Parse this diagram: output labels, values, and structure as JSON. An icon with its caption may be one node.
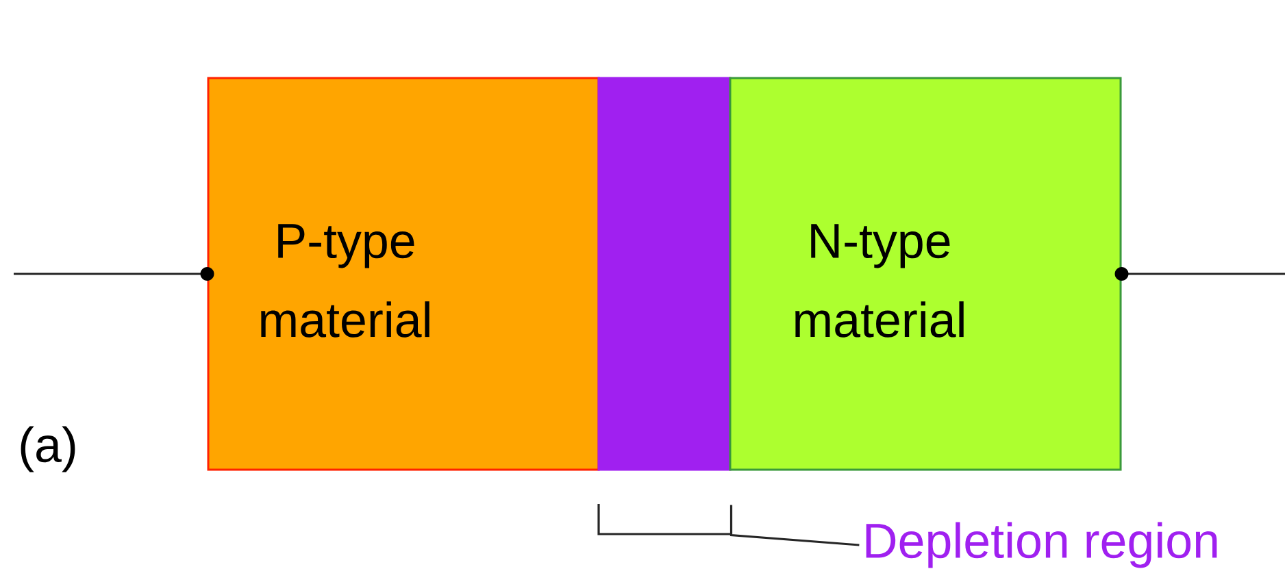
{
  "diagram": {
    "nodes": [
      {
        "text": [
          "P-type material"
        ]
      },
      {
        "text": [],
        "shape": "bar"
      },
      {
        "text": [
          "N-type material"
        ]
      },
      {
        "text": [
          "Depletion region"
        ]
      }
    ],
    "edges": [
      {
        "from": null,
        "to": 0,
        "arrow": "other"
      },
      {
        "from": 2,
        "to": null,
        "arrow": "other"
      },
      {
        "from": 3,
        "to": 1,
        "arrow": "none"
      }
    ],
    "labels": [
      "(a)"
    ]
  }
}
